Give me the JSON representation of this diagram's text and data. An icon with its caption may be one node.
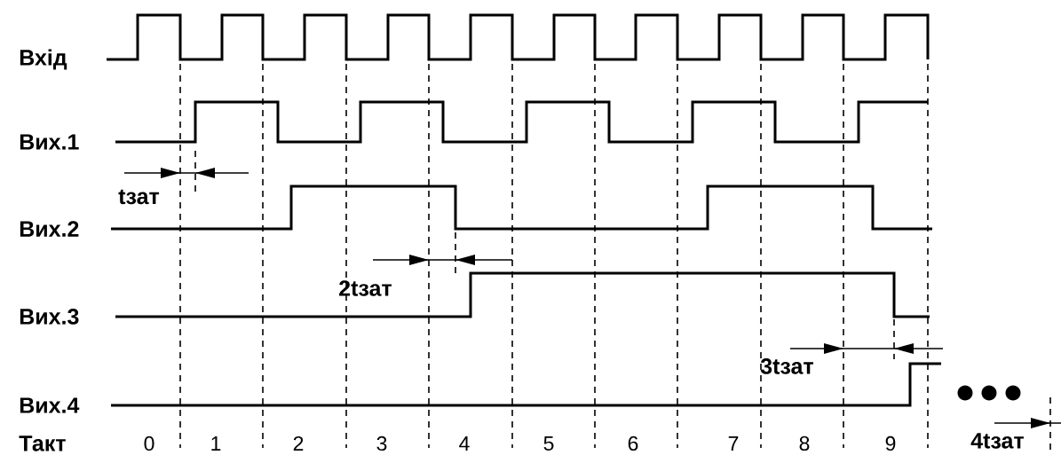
{
  "diagram": {
    "labels": [
      "Вхід",
      "Вих.1",
      "tзат",
      "Вих.2",
      "2tзат",
      "Вих.3",
      "3tзат",
      "Вих.4",
      "Такт",
      "0",
      "1",
      "2",
      "3",
      "4",
      "5",
      "6",
      "7",
      "8",
      "9",
      "4tзат"
    ]
  }
}
